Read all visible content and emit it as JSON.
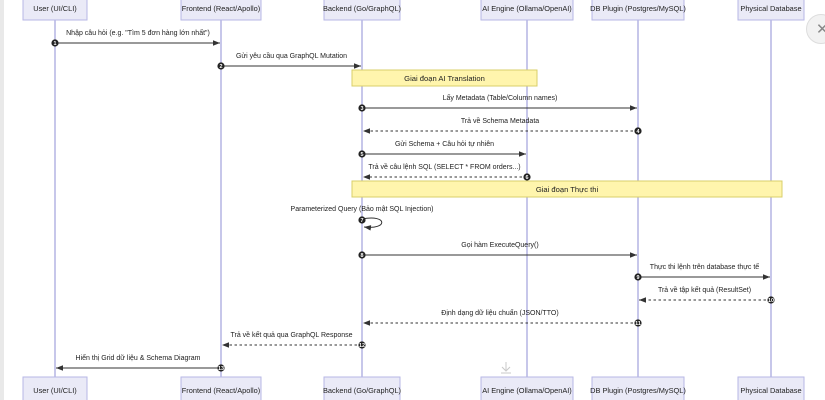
{
  "participants": [
    "User (UI/CLI)",
    "Frontend (React/Apollo)",
    "Backend (Go/GraphQL)",
    "AI Engine (Ollama/OpenAI)",
    "DB Plugin (Postgres/MySQL)",
    "Physical Database"
  ],
  "phases": [
    {
      "label": "Giai đoạn AI Translation",
      "after_step": 2,
      "from": 2,
      "to": 3
    },
    {
      "label": "Giai đoạn Thực thi",
      "after_step": 6,
      "from": 2,
      "to": 5
    }
  ],
  "messages": [
    {
      "n": 1,
      "from": 0,
      "to": 1,
      "style": "solid",
      "label": "Nhập câu hỏi (e.g. \"Tìm 5 đơn hàng lớn nhất\")"
    },
    {
      "n": 2,
      "from": 1,
      "to": 2,
      "style": "solid",
      "label": "Gửi yêu cầu qua GraphQL Mutation"
    },
    {
      "n": 3,
      "from": 2,
      "to": 4,
      "style": "solid",
      "label": "Lấy Metadata (Table/Column names)"
    },
    {
      "n": 4,
      "from": 4,
      "to": 2,
      "style": "dashed",
      "label": "Trả về Schema Metadata"
    },
    {
      "n": 5,
      "from": 2,
      "to": 3,
      "style": "solid",
      "label": "Gửi Schema + Câu hỏi tự nhiên"
    },
    {
      "n": 6,
      "from": 3,
      "to": 2,
      "style": "dashed",
      "label": "Trả về câu lệnh SQL (SELECT * FROM orders...)"
    },
    {
      "n": 7,
      "from": 2,
      "to": 2,
      "style": "self",
      "label": "Parameterized Query (Bảo mật SQL Injection)"
    },
    {
      "n": 8,
      "from": 2,
      "to": 4,
      "style": "solid",
      "label": "Gọi hàm ExecuteQuery()"
    },
    {
      "n": 9,
      "from": 4,
      "to": 5,
      "style": "solid",
      "label": "Thực thi lệnh trên database thực tế"
    },
    {
      "n": 10,
      "from": 5,
      "to": 4,
      "style": "dashed",
      "label": "Trả về tập kết quả (ResultSet)"
    },
    {
      "n": 11,
      "from": 4,
      "to": 2,
      "style": "dashed",
      "label": "Định dạng dữ liệu chuẩn (JSON/TTO)"
    },
    {
      "n": 12,
      "from": 2,
      "to": 1,
      "style": "dashed",
      "label": "Trả về kết quả qua GraphQL Response"
    },
    {
      "n": 13,
      "from": 1,
      "to": 0,
      "style": "solid",
      "label": "Hiển thị Grid dữ liệu & Schema Diagram"
    }
  ],
  "icons": {
    "corner": "close-icon",
    "download": "download-icon"
  },
  "colors": {
    "participant_fill": "#eaeaf7",
    "participant_border": "#b7b7e6",
    "lifeline": "#a9a9de",
    "phase_fill": "#fff5ad",
    "phase_border": "#d8cf6a",
    "line": "#333333",
    "text": "#222222"
  }
}
